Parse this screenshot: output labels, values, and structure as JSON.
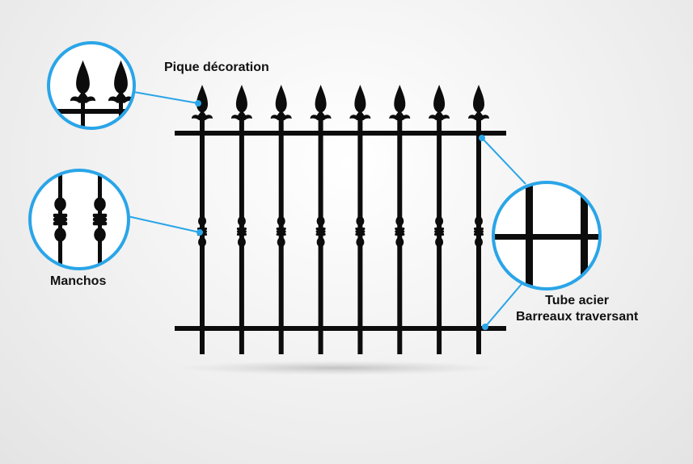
{
  "labels": {
    "pique": "Pique décoration",
    "manchos": "Manchos",
    "tube_line1": "Tube acier",
    "tube_line2": "Barreaux traversant"
  },
  "fence": {
    "bar_count": 8,
    "rail_count": 2
  },
  "colors": {
    "metal": "#0c0c0c",
    "callout": "#2aa5e8",
    "circle_bg": "#ffffff"
  },
  "icons": [
    "spear-finial-icon",
    "collar-knuckle-icon",
    "crossbar-detail-icon"
  ]
}
